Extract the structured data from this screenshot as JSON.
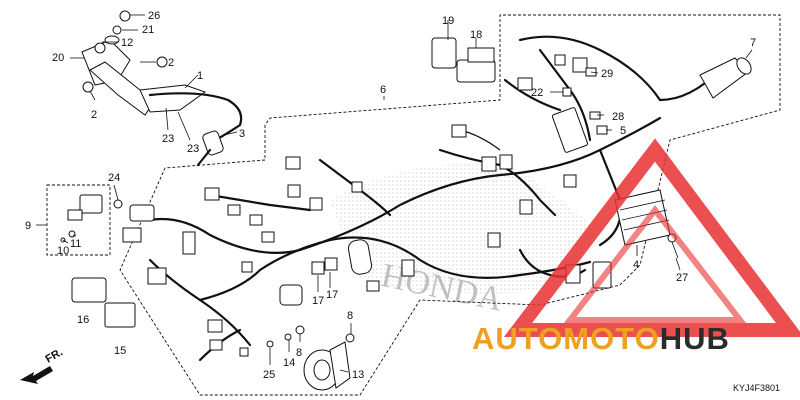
{
  "diagram_code": "KYJ4F3801",
  "direction_label": "FR.",
  "brand": {
    "part1": "AUTO",
    "part2": "MOTO",
    "part3": "HUB"
  },
  "brand_colors": {
    "orange": "#f0a020",
    "red": "#e83030",
    "dark": "#2b2b2b"
  },
  "watermark_text": "HONDA",
  "callouts": {
    "n1": "1",
    "n2a": "2",
    "n2b": "2",
    "n3": "3",
    "n4": "4",
    "n5": "5",
    "n6": "6",
    "n7": "7",
    "n8": "8",
    "n9": "9",
    "n10": "10",
    "n11": "11",
    "n12": "12",
    "n13": "13",
    "n14": "14",
    "n15": "15",
    "n16": "16",
    "n17a": "17",
    "n17b": "17",
    "n18": "18",
    "n19": "19",
    "n20": "20",
    "n21": "21",
    "n22": "22",
    "n23a": "23",
    "n23b": "23",
    "n24": "24",
    "n25": "25",
    "n26": "26",
    "n27": "27",
    "n28": "28",
    "n29": "29"
  }
}
